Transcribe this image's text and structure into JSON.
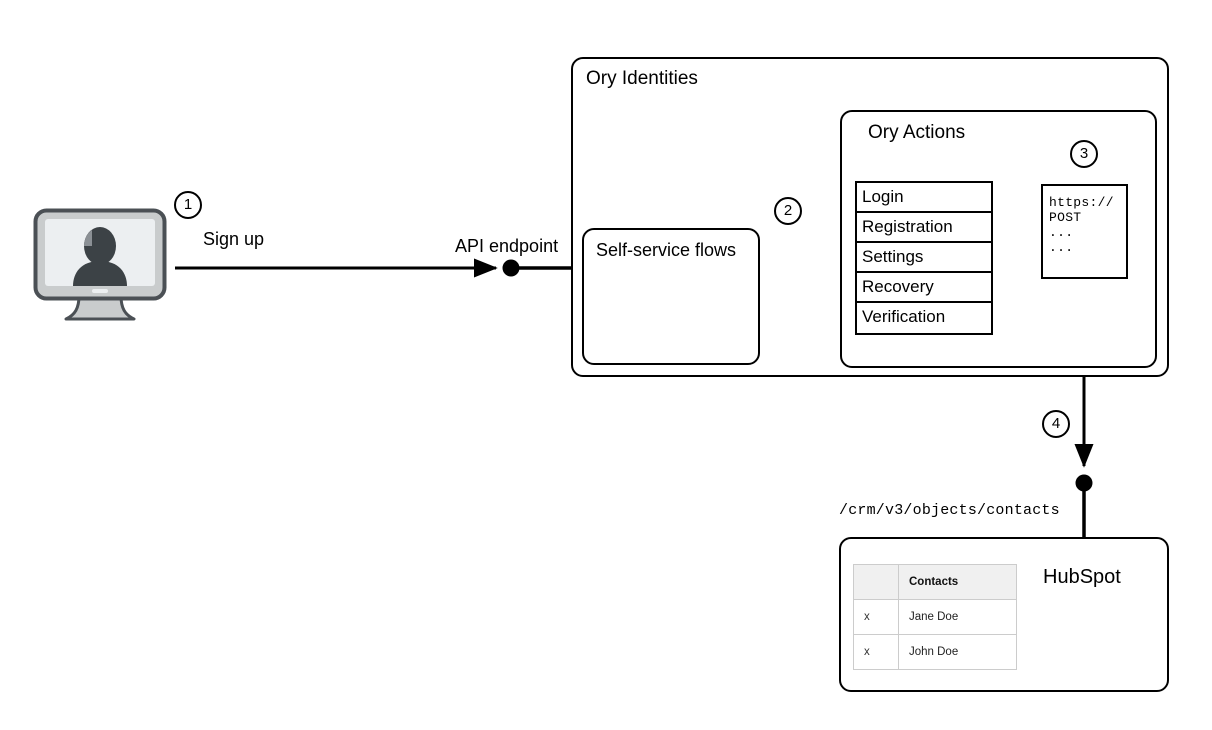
{
  "diagram": {
    "title": "Ory Identities to HubSpot sign-up webhook flow",
    "colors": {
      "stroke": "#000000",
      "background": "#ffffff",
      "table_header_bg": "#f0f0f0",
      "table_border": "#cccccc",
      "monitor_frame": "#c9cccd",
      "monitor_border": "#4b5055",
      "monitor_screen": "#eceff1",
      "avatar": "#3c4246"
    }
  },
  "actors": {
    "client": {
      "icon": "user-monitor-icon",
      "step_badge": "1",
      "action_label": "Sign up"
    }
  },
  "labels": {
    "sign_up": "Sign up",
    "api_endpoint": "API endpoint",
    "crm_path": "/crm/v3/objects/contacts"
  },
  "ory_identities": {
    "title": "Ory Identities",
    "self_service": {
      "title": "Self-service flows"
    },
    "step_badge": "2"
  },
  "ory_actions": {
    "title": "Ory Actions",
    "flows": [
      {
        "label": "Login"
      },
      {
        "label": "Registration"
      },
      {
        "label": "Settings"
      },
      {
        "label": "Recovery"
      },
      {
        "label": "Verification"
      }
    ],
    "webhook": {
      "step_badge": "3",
      "lines": [
        "https://",
        "POST",
        "...",
        "..."
      ]
    }
  },
  "hubspot": {
    "title": "HubSpot",
    "step_badge": "4",
    "table": {
      "headers": [
        "",
        "Contacts"
      ],
      "rows": [
        {
          "key": "x",
          "name": "Jane Doe"
        },
        {
          "key": "x",
          "name": "John Doe"
        }
      ]
    }
  }
}
